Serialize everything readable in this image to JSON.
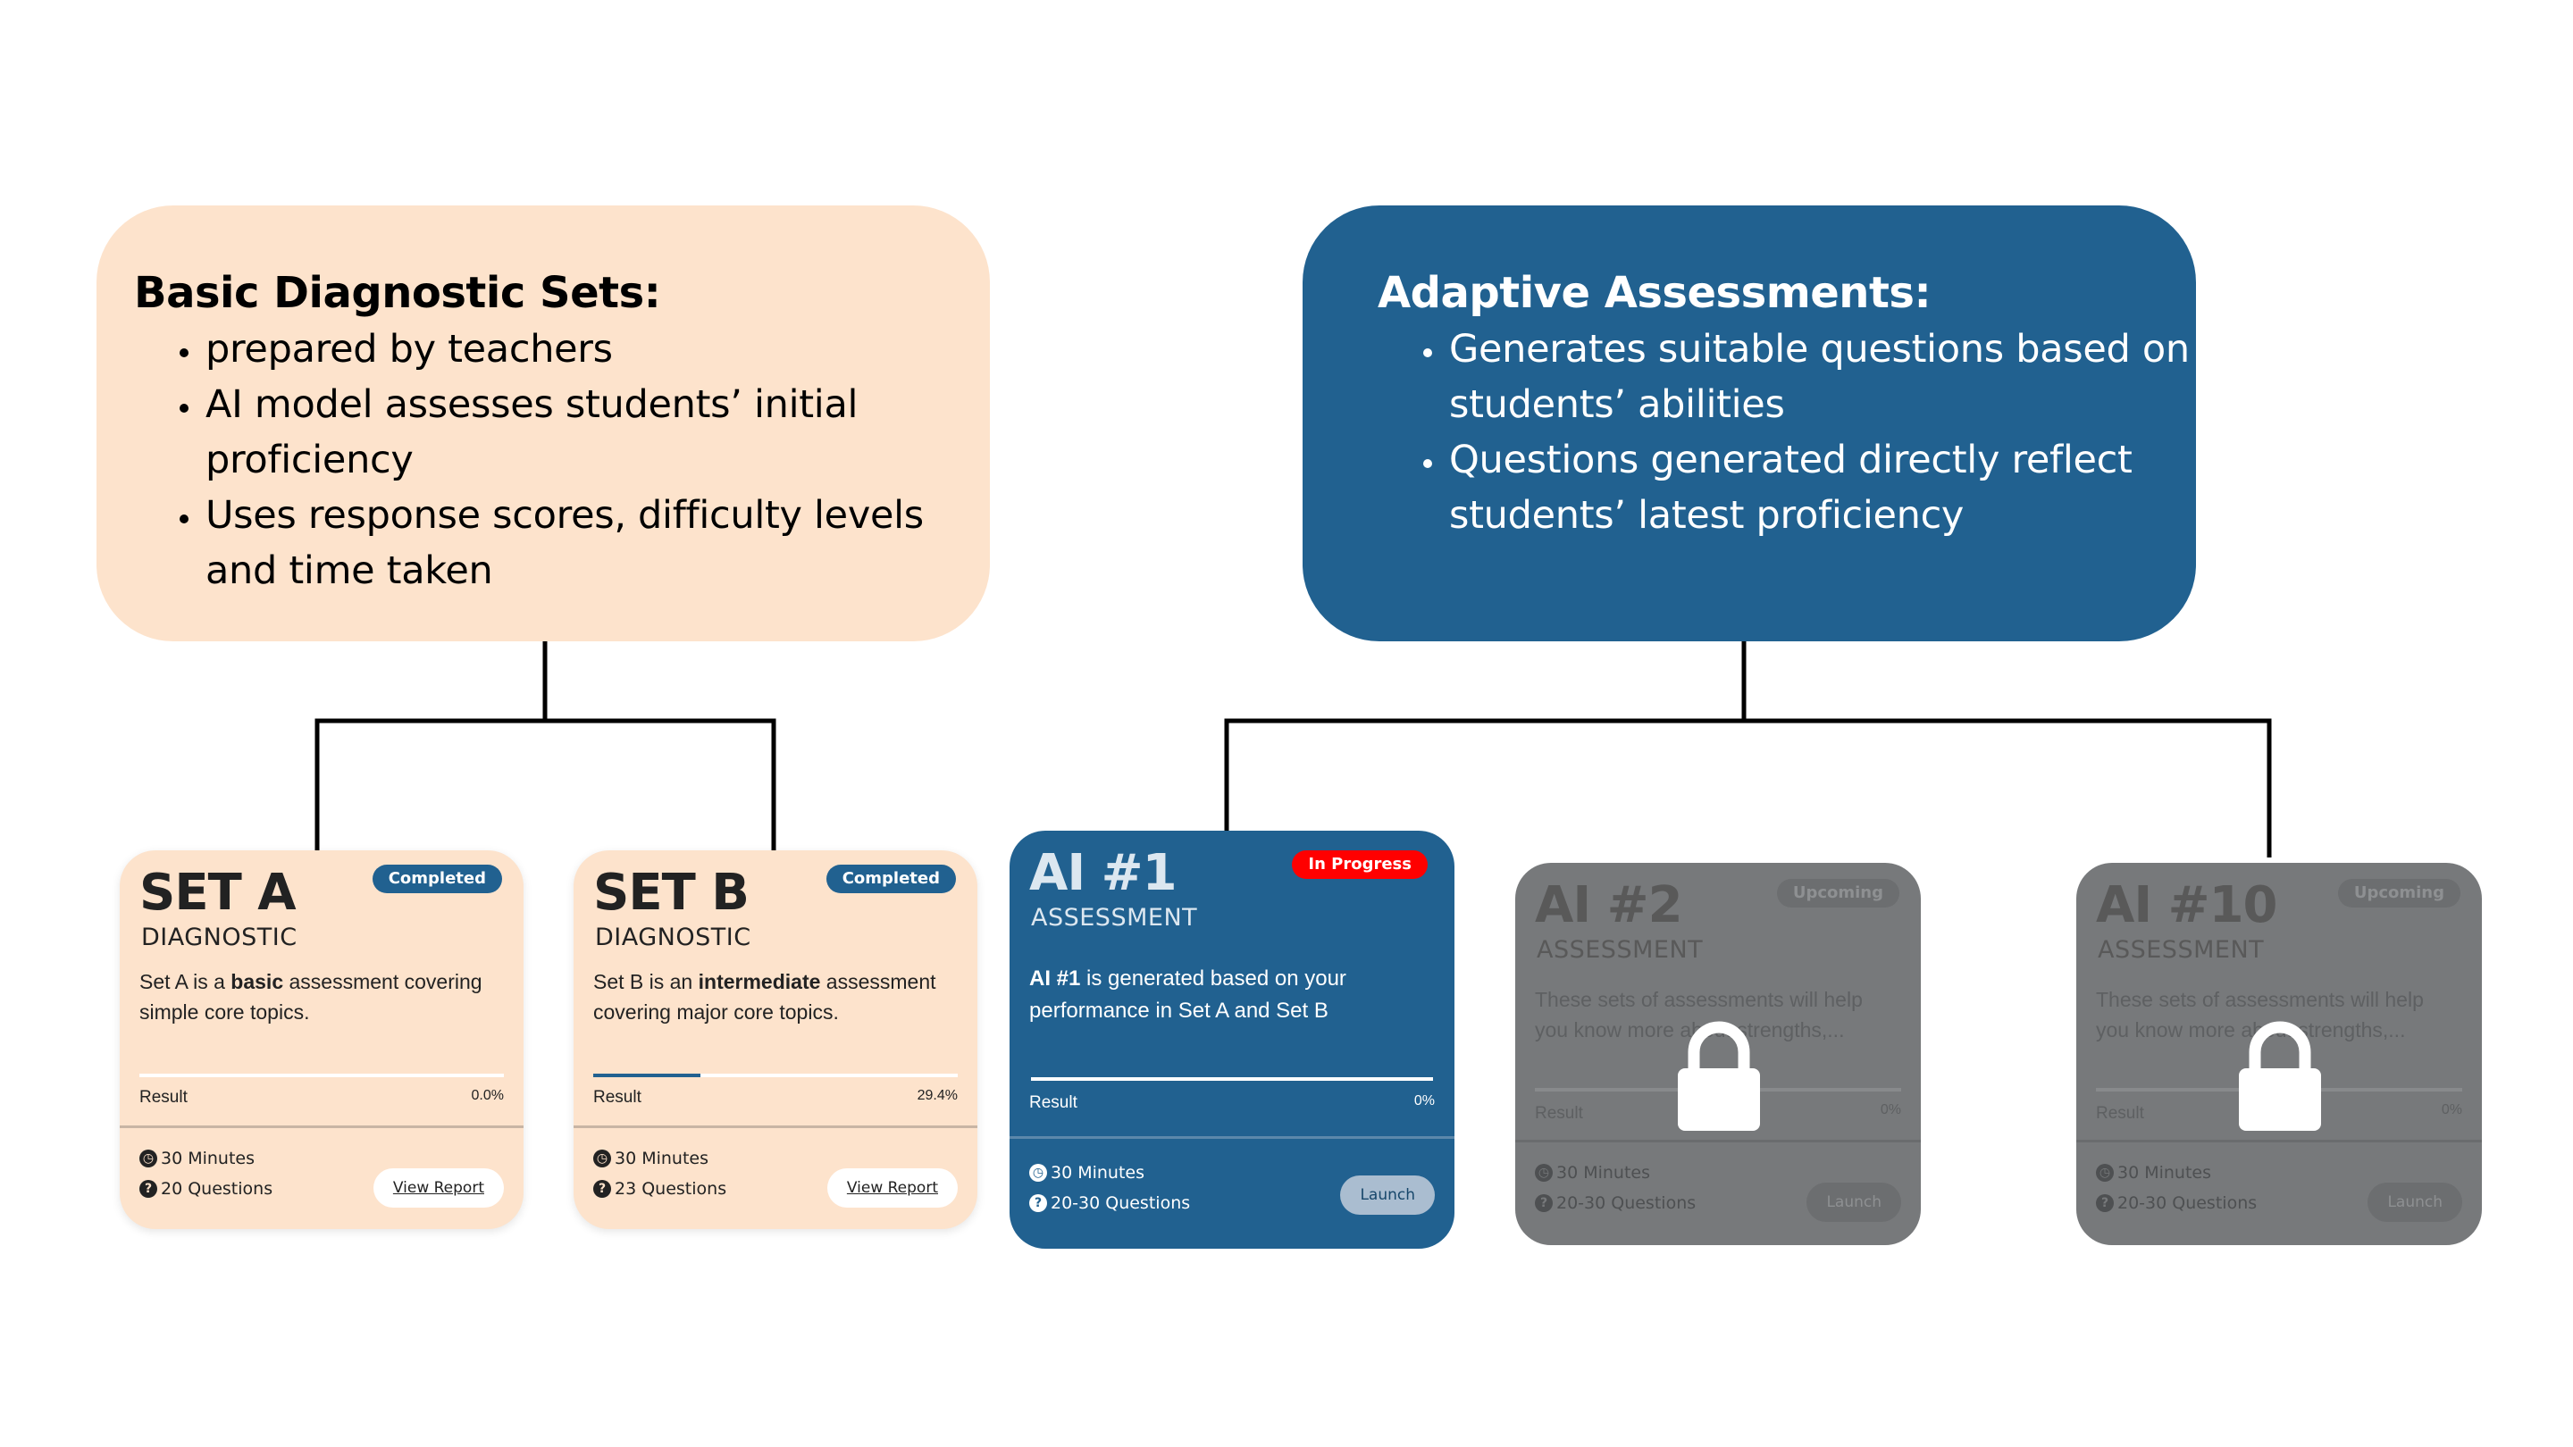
{
  "basic": {
    "title": "Basic Diagnostic Sets:",
    "bullets": [
      "prepared by teachers",
      "AI model assesses students’ initial proficiency",
      "Uses response scores, difficulty levels and time taken"
    ]
  },
  "adaptive": {
    "title": "Adaptive Assessments:",
    "bullets": [
      "Generates suitable questions based on students’ abilities",
      "Questions generated directly reflect students’ latest proficiency"
    ]
  },
  "cards": [
    {
      "title": "SET A",
      "subtitle": "DIAGNOSTIC",
      "badge": "Completed",
      "desc_pre": "Set A is a ",
      "desc_bold": "basic",
      "desc_post": " assessment covering simple core topics.",
      "result_label": "Result",
      "result_value": "0.0%",
      "progress": 0.0,
      "time": "30 Minutes",
      "questions": "20 Questions",
      "button": "View Report"
    },
    {
      "title": "SET B",
      "subtitle": "DIAGNOSTIC",
      "badge": "Completed",
      "desc_pre": "Set B is an ",
      "desc_bold": "intermediate",
      "desc_post": " assessment covering major core topics.",
      "result_label": "Result",
      "result_value": "29.4%",
      "progress": 0.294,
      "time": "30 Minutes",
      "questions": "23 Questions",
      "button": "View Report"
    },
    {
      "title": "AI #1",
      "subtitle": "ASSESSMENT",
      "badge": "In Progress",
      "desc_pre": "",
      "desc_bold": "AI #1",
      "desc_post": " is generated based on your performance in Set A and Set B",
      "result_label": "Result",
      "result_value": "0%",
      "progress": 0.0,
      "time": "30 Minutes",
      "questions": "20-30 Questions",
      "button": "Launch"
    },
    {
      "title": "AI #2",
      "subtitle": "ASSESSMENT",
      "badge": "Upcoming",
      "desc": "These sets of assessments will help you know more about strengths,...",
      "result_label": "Result",
      "result_value": "0%",
      "progress": 0.0,
      "time": "30 Minutes",
      "questions": "20-30 Questions",
      "button": "Launch",
      "locked": true
    },
    {
      "title": "AI #10",
      "subtitle": "ASSESSMENT",
      "badge": "Upcoming",
      "desc": "These sets of assessments will help you know more about strengths,...",
      "result_label": "Result",
      "result_value": "0%",
      "progress": 0.0,
      "time": "30 Minutes",
      "questions": "20-30 Questions",
      "button": "Launch",
      "locked": true
    }
  ],
  "icons": {
    "time": "clock-icon",
    "questions": "question-circle-icon",
    "locked": "lock-icon"
  },
  "colors": {
    "peach": "#fde3cc",
    "blue": "#216190",
    "grey": "#77797b",
    "badge_completed": "#216190",
    "badge_in_progress": "#ff0000",
    "connector": "#000000"
  }
}
